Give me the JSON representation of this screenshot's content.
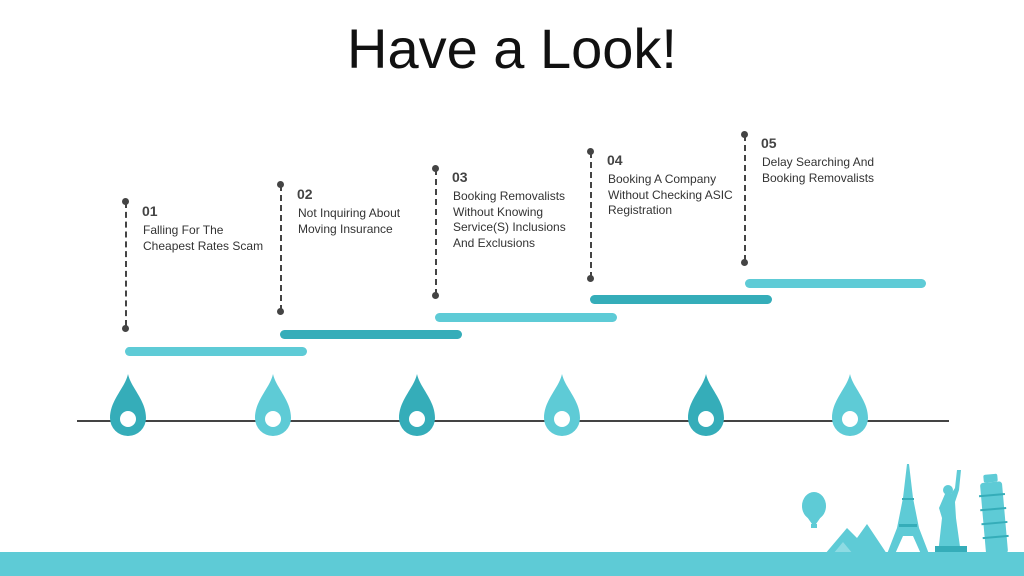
{
  "title": "Have a Look!",
  "colors": {
    "dark_teal": "#35adb9",
    "light_teal": "#5ecbd6",
    "line": "#444444"
  },
  "steps": [
    {
      "number": "01",
      "text": "Falling For The Cheapest Rates Scam"
    },
    {
      "number": "02",
      "text": "Not Inquiring About Moving Insurance"
    },
    {
      "number": "03",
      "text": "Booking Removalists Without Knowing Service(S) Inclusions And Exclusions"
    },
    {
      "number": "04",
      "text": "Booking A Company Without Checking ASIC Registration"
    },
    {
      "number": "05",
      "text": "Delay Searching And Booking Removalists"
    }
  ],
  "icons": [
    "map-pin-icon",
    "hot-air-balloon-icon",
    "eiffel-tower-icon",
    "statue-of-liberty-icon",
    "leaning-tower-icon"
  ]
}
